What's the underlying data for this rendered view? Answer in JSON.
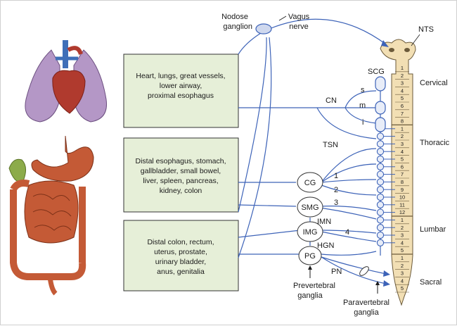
{
  "labels": {
    "nodose": [
      "Nodose",
      "ganglion"
    ],
    "vagus": [
      "Vagus",
      "nerve"
    ],
    "nts": "NTS",
    "scg": "SCG",
    "cn": "CN",
    "tsn": "TSN",
    "imn": "IMN",
    "hgn": "HGN",
    "pn": "PN",
    "cervical_ganglia": [
      "s",
      "m",
      "i"
    ],
    "region_labels": [
      "Cervical",
      "Thoracic",
      "Lumbar",
      "Sacral"
    ],
    "prevertebral": [
      "Prevertebral",
      "ganglia"
    ],
    "paravertebral": [
      "Paravertebral",
      "ganglia"
    ]
  },
  "boxes": [
    {
      "lines": [
        "Heart, lungs, great vessels,",
        "lower airway,",
        "proximal esophagus"
      ]
    },
    {
      "lines": [
        "Distal esophagus, stomach,",
        "gallbladder, small bowel,",
        "liver, spleen, pancreas,",
        "kidney, colon"
      ]
    },
    {
      "lines": [
        "Distal colon, rectum,",
        "uterus, prostate,",
        "urinary bladder,",
        "anus, genitalia"
      ]
    }
  ],
  "ganglia": [
    "CG",
    "SMG",
    "IMG",
    "PG"
  ],
  "splanchnic_numbers": [
    "1",
    "2",
    "3",
    "4"
  ],
  "segments": {
    "cervical": [
      "1",
      "2",
      "3",
      "4",
      "5",
      "6",
      "7",
      "8"
    ],
    "thoracic": [
      "1",
      "2",
      "3",
      "4",
      "5",
      "6",
      "7",
      "8",
      "9",
      "10",
      "11",
      "12"
    ],
    "lumbar": [
      "1",
      "2",
      "3",
      "4",
      "5"
    ],
    "sacral": [
      "1",
      "2",
      "3",
      "4",
      "5"
    ]
  },
  "colors": {
    "nerve": "#3d63b8",
    "box_fill": "#e6efd8",
    "spine_fill": "#f2dfb4",
    "lung": "#b497c6",
    "heart": "#b03a2e",
    "gut": "#c45a36"
  }
}
